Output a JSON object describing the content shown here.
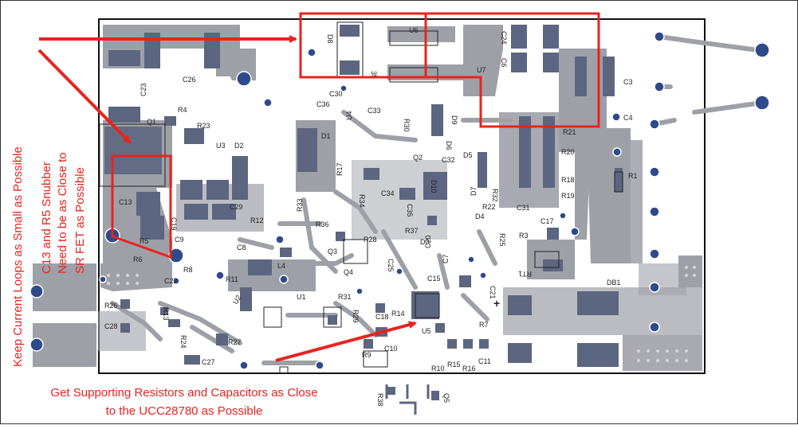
{
  "annotations": {
    "left_vertical_1": "Keep Current Loops as Small as Possible",
    "left_vertical_2": "C13 and R5 Snubber",
    "left_vertical_3": "Need to be as Close to",
    "left_vertical_4": "SR FET as Possible",
    "bottom_line_1": "Get Supporting Resistors and Capacitors as Close",
    "bottom_line_2": "to the UCC28780 as Possible"
  },
  "colors": {
    "annotation": "#e8231e",
    "copper": "#9ea0a8",
    "pad": "#5c6680",
    "via": "#2f4a8a",
    "outline": "#111111"
  },
  "labels": {
    "D8": "D8",
    "U6": "U6",
    "C24": "C24",
    "C6": "C6",
    "U7": "U7",
    "C3": "C3",
    "C4": "C4",
    "C26": "C26",
    "C23": "C23",
    "R4": "R4",
    "Q1": "Q1",
    "R23": "R23",
    "U3": "U3",
    "D2": "D2",
    "C30": "C30",
    "C36": "C36",
    "C33": "C33",
    "U4": "U4",
    "R30": "R30",
    "D9": "D9",
    "D6": "D6",
    "Q2": "Q2",
    "C32": "C32",
    "D5": "D5",
    "D1": "D1",
    "R17": "R17",
    "R21": "R21",
    "R20": "R20",
    "R18": "R18",
    "R19": "R19",
    "R1": "R1",
    "C13": "C13",
    "R5": "R5",
    "C19": "C19",
    "C9": "C9",
    "C29": "C29",
    "R12": "R12",
    "C8": "C8",
    "L4": "L4",
    "R33": "R33",
    "R34": "R34",
    "C34": "C34",
    "C35": "C35",
    "D10": "D10",
    "D7": "D7",
    "R32": "R32",
    "R22": "R22",
    "C31": "C31",
    "C17": "C17",
    "R36": "R36",
    "R37": "R37",
    "D3": "D3",
    "C20": "C20",
    "D4": "D4",
    "R25": "R25",
    "R3": "R3",
    "R28": "R28",
    "Q3": "Q3",
    "C25": "C25",
    "C7": "C7",
    "R6": "R6",
    "Q4": "Q4",
    "C15": "C15",
    "RT1": "RT1",
    "C22": "C22",
    "R8": "R8",
    "R11": "R11",
    "U2": "U2",
    "U1": "U1",
    "R31": "R31",
    "C21": "C21",
    "DB1": "DB1",
    "R26": "R26",
    "R13": "R13",
    "C28": "C28",
    "R24": "R24",
    "R27": "R27",
    "C27": "C27",
    "R29": "R29",
    "C18": "C18",
    "R14": "R14",
    "U5": "U5",
    "R7": "R7",
    "R9": "R9",
    "C10": "C10",
    "C11": "C11",
    "R10": "R10",
    "R15": "R15",
    "R16": "R16",
    "R38": "R38",
    "Q5": "Q5",
    "plus": "+"
  }
}
